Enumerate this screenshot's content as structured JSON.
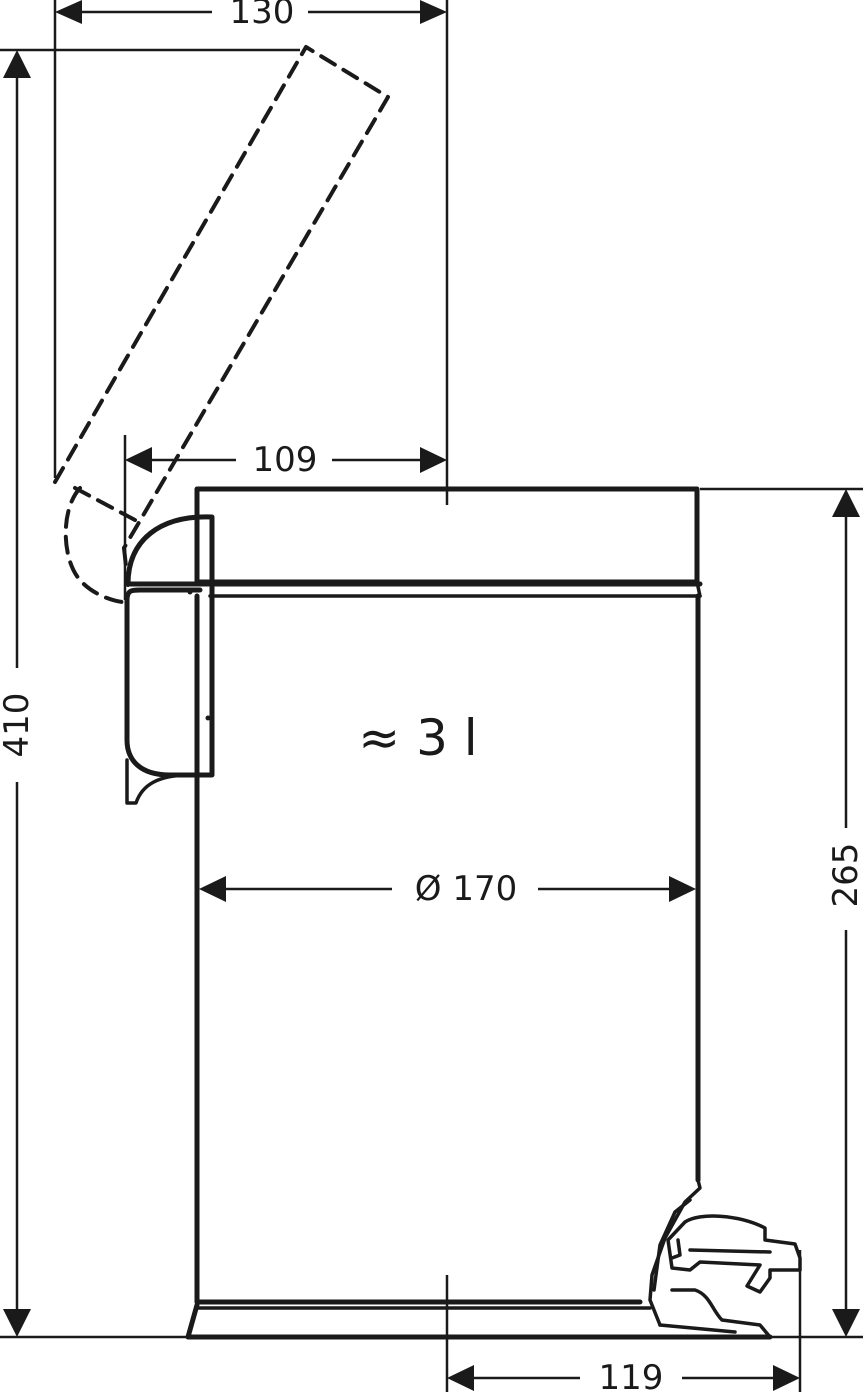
{
  "dimensions": {
    "width_top": "130",
    "width_lid_offset": "109",
    "diameter": "Ø 170",
    "height_total": "410",
    "height_bin": "265",
    "depth_pedal": "119"
  },
  "capacity_label": "≈ 3 l"
}
